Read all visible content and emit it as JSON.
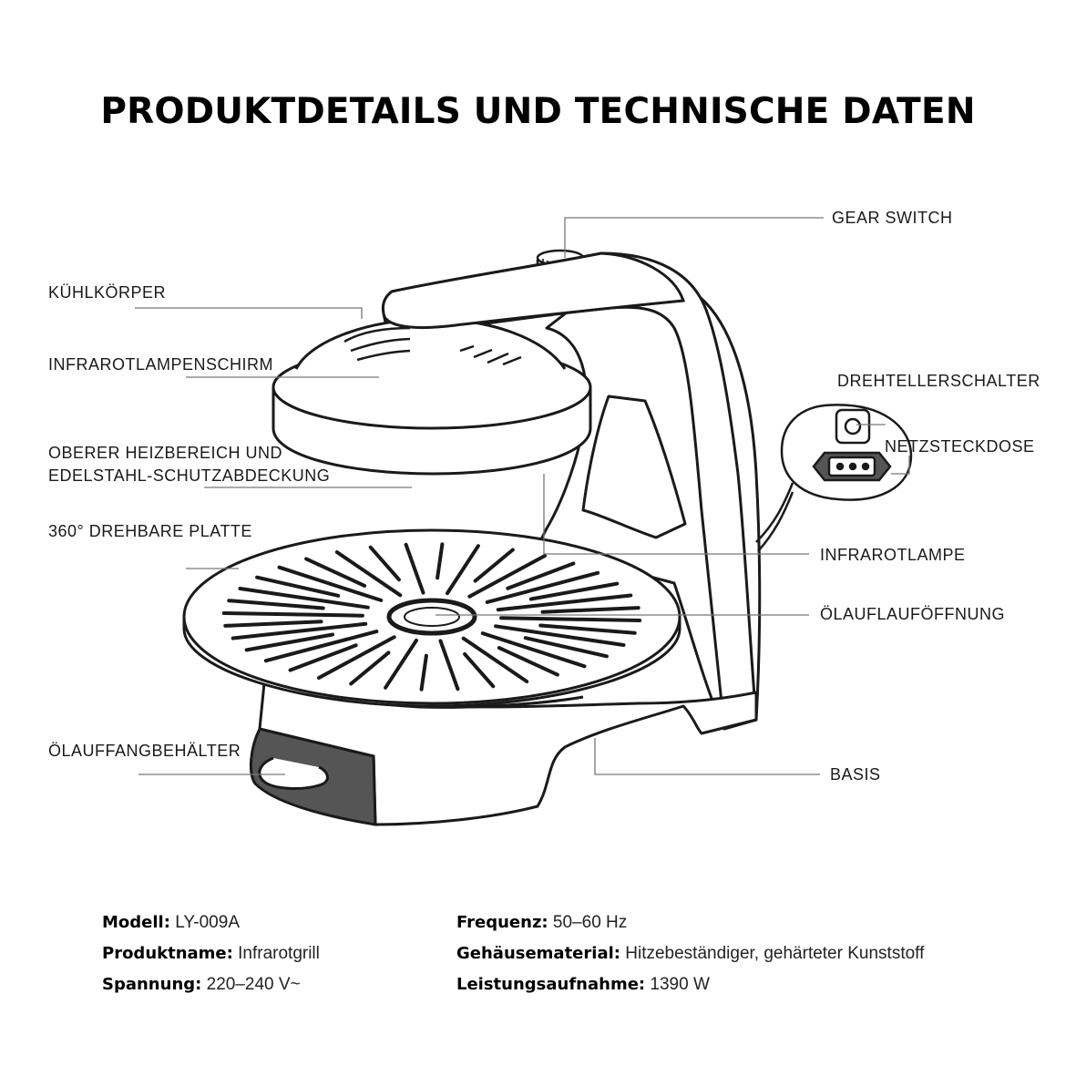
{
  "title": "PRODUKTDETAILS UND TECHNISCHE DATEN",
  "labels": {
    "gear_switch": "GEAR SWITCH",
    "kuehlkoerper": "KÜHLKÖRPER",
    "lampenschirm": "INFRAROTLAMPENSCHIRM",
    "heizbereich_1": "OBERER HEIZBEREICH UND",
    "heizbereich_2": "EDELSTAHL-SCHUTZABDECKUNG",
    "platte": "360° DREHBARE PLATTE",
    "drehteller": "DREHTELLERSCHALTER",
    "netzsteckdose": "NETZSTECKDOSE",
    "infrarotlampe": "INFRAROTLAMPE",
    "oelablauf": "ÖLAUFLAUFÖFFNUNG",
    "auffang": "ÖLAUFFANGBEHÄLTER",
    "basis": "BASIS"
  },
  "specs": {
    "left": [
      {
        "key": "Modell:",
        "value": "LY-009A"
      },
      {
        "key": "Produktname:",
        "value": "Infrarotgrill"
      },
      {
        "key": "Spannung:",
        "value": "220–240 V~"
      }
    ],
    "right": [
      {
        "key": "Frequenz:",
        "value": "50–60 Hz"
      },
      {
        "key": "Gehäusematerial:",
        "value": "Hitzebeständiger, gehärteter Kunststoff"
      },
      {
        "key": "Leistungsaufnahme:",
        "value": "1390 W"
      }
    ]
  },
  "colors": {
    "line": "#1a1a1a",
    "leader": "#777777",
    "tray": "#555555"
  }
}
